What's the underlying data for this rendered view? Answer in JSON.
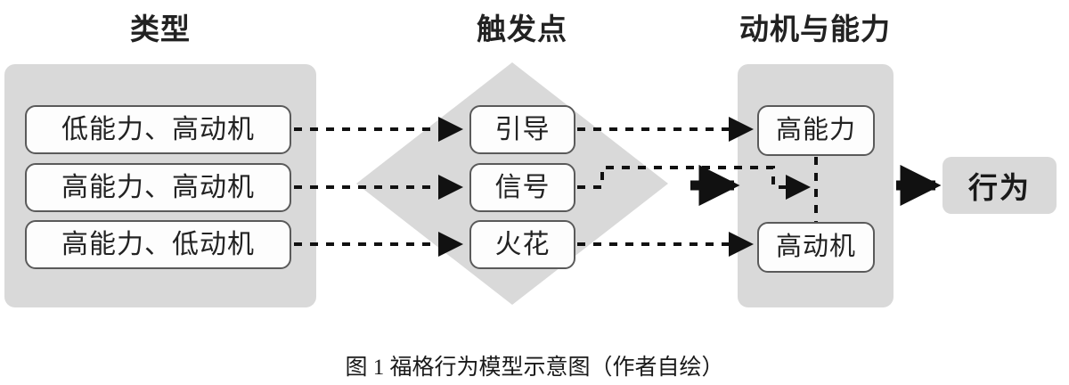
{
  "figure": {
    "caption": "图 1 福格行为模型示意图（作者自绘）",
    "colors": {
      "group_fill": "#d9d9d9",
      "diamond_fill": "#d9d9d9",
      "item_fill": "#fdfdfd",
      "item_stroke": "#5a5a5a",
      "connector": "#111111",
      "text": "#222222",
      "background": "#ffffff"
    }
  },
  "columns": [
    {
      "id": "type",
      "title": "类型"
    },
    {
      "id": "trigger",
      "title": "触发点"
    },
    {
      "id": "motivation_ability",
      "title": "动机与能力"
    }
  ],
  "type_group": {
    "title": "类型",
    "items": [
      {
        "label": "低能力、高动机"
      },
      {
        "label": "高能力、高动机"
      },
      {
        "label": "高能力、低动机"
      }
    ]
  },
  "trigger_group": {
    "title": "触发点",
    "shape": "diamond",
    "items": [
      {
        "label": "引导"
      },
      {
        "label": "信号"
      },
      {
        "label": "火花"
      }
    ]
  },
  "motivation_group": {
    "title": "动机与能力",
    "items": [
      {
        "label": "高能力"
      },
      {
        "label": "高动机"
      }
    ]
  },
  "outcome": {
    "label": "行为"
  },
  "connections": [
    {
      "from": "低能力、高动机",
      "to": "引导",
      "style": "dotted-arrow"
    },
    {
      "from": "高能力、高动机",
      "to": "信号",
      "style": "dotted-arrow"
    },
    {
      "from": "高能力、低动机",
      "to": "火花",
      "style": "dotted-arrow"
    },
    {
      "from": "引导",
      "to": "高能力",
      "style": "dotted-arrow"
    },
    {
      "from": "信号",
      "to": "动机与能力",
      "style": "dotted-elbow-arrow"
    },
    {
      "from": "火花",
      "to": "高动机",
      "style": "dotted-arrow"
    },
    {
      "from": "触发点",
      "to": "动机与能力",
      "style": "solid-thick-arrow"
    },
    {
      "from": "高能力",
      "to": "高动机",
      "style": "dotted-line"
    },
    {
      "from": "动机与能力",
      "to": "行为",
      "style": "solid-thick-arrow"
    }
  ]
}
